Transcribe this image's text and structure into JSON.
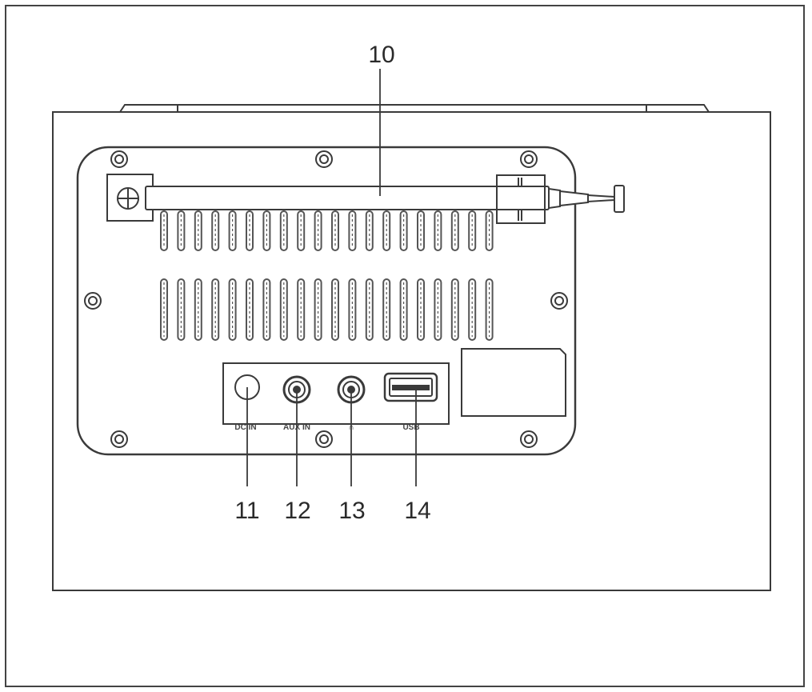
{
  "callouts": {
    "antenna": "10",
    "dc_in": "11",
    "aux_in": "12",
    "headphone": "13",
    "usb": "14"
  },
  "port_labels": {
    "dc_in": "DC IN",
    "aux_in": "AUX IN",
    "headphone": "∩",
    "usb": "USB"
  },
  "colors": {
    "line": "#3a3a3a",
    "background": "#ffffff",
    "vent": "#555555"
  },
  "icons": [
    "screw-icon",
    "headphone-icon",
    "usb-port-icon"
  ]
}
